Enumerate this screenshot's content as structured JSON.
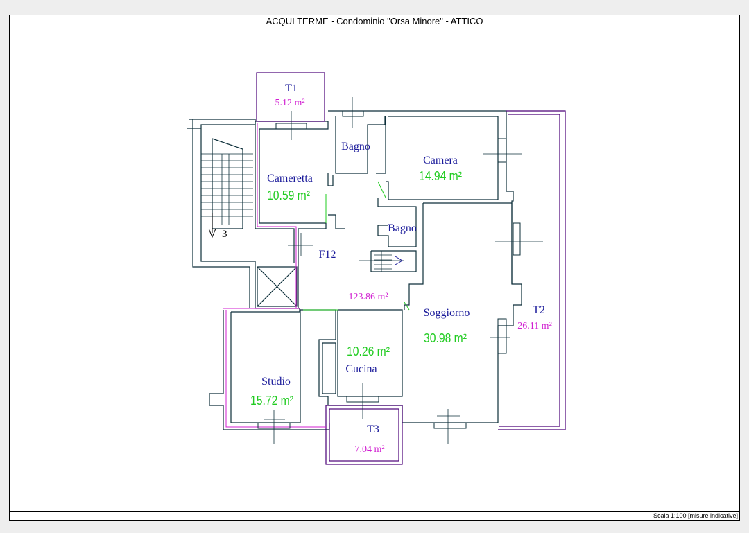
{
  "title": "ACQUI TERME - Condominio \"Orsa Minore\" - ATTICO",
  "footer": "Scala 1:100 [misure indicative]",
  "colors": {
    "wall": "#0d2f3a",
    "terrace": "#4b0078",
    "room_label": "#1a1a9a",
    "room_area": "#22cc22",
    "terrace_area": "#d11fd1",
    "stair_arrow": "#000000",
    "highlight": "#d11fd1"
  },
  "rooms": {
    "t1": {
      "name": "T1",
      "area": "5.12 m²"
    },
    "bagno1": {
      "name": "Bagno"
    },
    "camera": {
      "name": "Camera",
      "area": "14.94 m²"
    },
    "cameretta": {
      "name": "Cameretta",
      "area": "10.59 m²"
    },
    "bagno2": {
      "name": "Bagno"
    },
    "stair_label": "3",
    "f12": {
      "name": "F12"
    },
    "total_area": "123.86 m²",
    "soggiorno": {
      "name": "Soggiorno",
      "area": "30.98 m²"
    },
    "t2": {
      "name": "T2",
      "area": "26.11 m²"
    },
    "cucina": {
      "name": "Cucina",
      "area": "10.26 m²"
    },
    "studio": {
      "name": "Studio",
      "area": "15.72 m²"
    },
    "t3": {
      "name": "T3",
      "area": "7.04 m²"
    }
  }
}
